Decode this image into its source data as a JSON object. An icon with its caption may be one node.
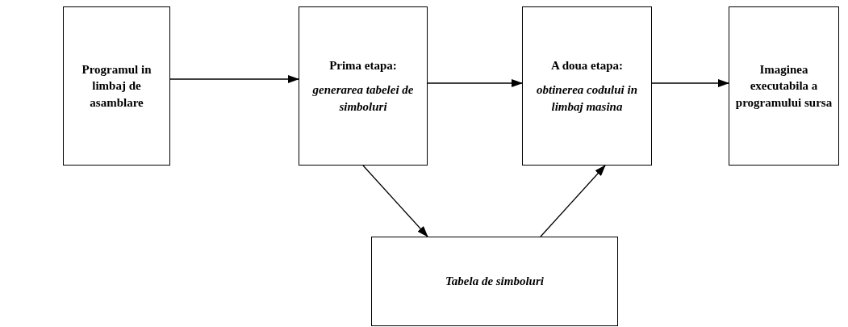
{
  "diagram": {
    "nodes": [
      {
        "text": [
          "Programul in limbaj de asamblare"
        ]
      },
      {
        "text": [
          "Prima etapa:",
          "generarea tabelei de simboluri"
        ]
      },
      {
        "text": [
          "A doua etapa:",
          "obtinerea codului in limbaj masina"
        ]
      },
      {
        "text": [
          "Imaginea executabila a programului sursa"
        ]
      },
      {
        "text": [
          "Tabela de simboluri"
        ]
      }
    ],
    "edges": [
      {
        "from": 0,
        "to": 1,
        "arrow": "to"
      },
      {
        "from": 1,
        "to": 2,
        "arrow": "to"
      },
      {
        "from": 2,
        "to": 3,
        "arrow": "to"
      },
      {
        "from": 1,
        "to": 4,
        "arrow": "to"
      },
      {
        "from": 4,
        "to": 2,
        "arrow": "to"
      }
    ]
  }
}
